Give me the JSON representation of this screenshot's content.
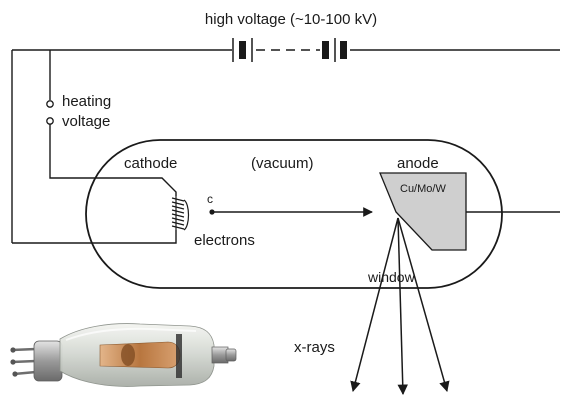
{
  "labels": {
    "high_voltage": "high voltage (~10-100 kV)",
    "heating": "heating",
    "voltage": "voltage",
    "cathode": "cathode",
    "vacuum": "(vacuum)",
    "anode": "anode",
    "anode_material": "Cu/Mo/W",
    "c": "c",
    "electrons": "electrons",
    "window": "window",
    "xrays": "x-rays"
  },
  "colors": {
    "line": "#1a1a1a",
    "anode_fill": "#cfcfcf",
    "background": "#ffffff",
    "glass": "#d8dcd8",
    "copper": "#c48a55",
    "metal": "#8d8d8d"
  },
  "photo": {
    "description_icon": "xray-tube-photo"
  }
}
